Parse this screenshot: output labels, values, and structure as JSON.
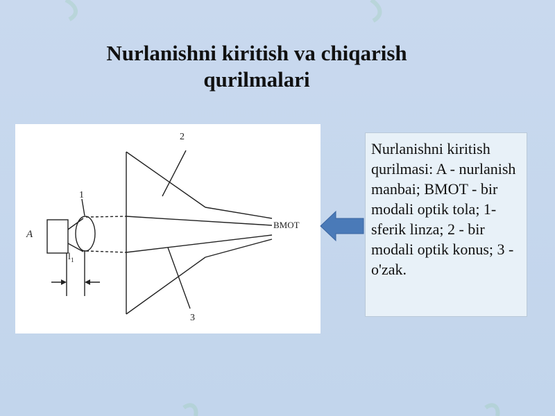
{
  "slide": {
    "title_line1": "Nurlanishni kiritish va chiqarish",
    "title_line2": "qurilmalari",
    "caption": "Nurlanishni kiritish qurilmasi: A - nurlanish manbai; BMOT - bir modali optik tola; 1- sferik linza; 2 - bir modali optik konus; 3 - o'zak."
  },
  "diagram": {
    "label_source": "A",
    "label_lens": "1",
    "label_cone": "2",
    "label_core": "3",
    "label_fiber": "BMOT",
    "label_distance": "l",
    "label_distance_sub": "1"
  },
  "colors": {
    "background": "#c6d8ed",
    "caption_box": "#e8f1f8",
    "arrow_fill": "#4a7ab8",
    "line": "#222222"
  },
  "icons": {
    "pointer_arrow": "left-block-arrow-icon",
    "watermark": "soff-watermark"
  }
}
